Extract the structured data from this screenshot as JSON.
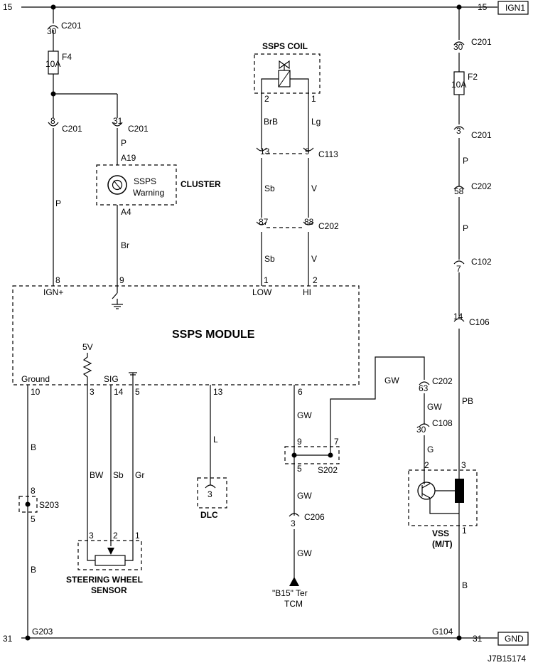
{
  "rails": {
    "top_left": "15",
    "top_right": "15",
    "ign1": "IGN1",
    "bottom_left": "31",
    "bottom_right": "31",
    "gnd": "GND"
  },
  "drawing_id": "J7B15174",
  "left_feed": {
    "c201_top_pin": "30",
    "c201": "C201",
    "fuse": "F4",
    "fuse_rating": "10A",
    "c201_a_pin": "8",
    "c201_a": "C201",
    "c201_b_pin": "31",
    "c201_b": "C201",
    "wire_p_a": "P",
    "wire_p_b": "P"
  },
  "cluster": {
    "pin_in": "A19",
    "pin_out": "A4",
    "lamp_line1": "SSPS",
    "lamp_line2": "Warning",
    "label": "CLUSTER",
    "wire_br": "Br"
  },
  "coil": {
    "label": "SSPS COIL",
    "pin_2": "2",
    "pin_1": "1",
    "wire_brb": "BrB",
    "wire_lg": "Lg",
    "c113_pin_a": "13",
    "c113_pin_b": "9",
    "c113": "C113",
    "wire_sb_1": "Sb",
    "wire_v_1": "V",
    "c202_pin_a": "87",
    "c202_pin_b": "88",
    "c202": "C202",
    "wire_sb_2": "Sb",
    "wire_v_2": "V"
  },
  "module": {
    "title": "SSPS MODULE",
    "pin_ign_num": "8",
    "pin_ign": "IGN+",
    "pin_gnd_num": "9",
    "pin_low_num": "1",
    "pin_low": "LOW",
    "pin_hi_num": "2",
    "pin_hi": "HI",
    "pin_ground": "Ground",
    "pin_ground_num": "10",
    "pin_5v": "5V",
    "pin_sig": "SIG",
    "pin_3": "3",
    "pin_14": "14",
    "pin_5": "5",
    "pin_13": "13",
    "pin_6": "6"
  },
  "ground_branch": {
    "wire_b_1": "B",
    "s203_pin_top": "8",
    "s203": "S203",
    "s203_pin_bot": "5",
    "wire_b_2": "B",
    "g203": "G203"
  },
  "sensor": {
    "wire_bw": "BW",
    "wire_sb": "Sb",
    "wire_gr": "Gr",
    "pin_3": "3",
    "pin_2": "2",
    "pin_1": "1",
    "label_1": "STEERING WHEEL",
    "label_2": "SENSOR"
  },
  "dlc": {
    "wire_l": "L",
    "pin": "3",
    "label": "DLC"
  },
  "tcm_branch": {
    "wire_gw_1": "GW",
    "s202_pin_9": "9",
    "s202_pin_7": "7",
    "s202_pin_5": "5",
    "s202": "S202",
    "wire_gw_2": "GW",
    "c206_pin": "3",
    "c206": "C206",
    "wire_gw_3": "GW",
    "tcm_line1": "\"B15\" Ter",
    "tcm_line2": "TCM"
  },
  "vss_branch": {
    "wire_gw_top": "GW",
    "c202_pin": "63",
    "c202": "C202",
    "wire_gw": "GW",
    "c108_pin": "30",
    "c108": "C108",
    "wire_g": "G",
    "pin_2": "2",
    "pin_3": "3",
    "pin_1": "1",
    "label_1": "VSS",
    "label_2": "(M/T)"
  },
  "right_feed": {
    "c201_top_pin": "30",
    "c201_top": "C201",
    "fuse": "F2",
    "fuse_rating": "10A",
    "c201_pin": "3",
    "c201": "C201",
    "wire_p_1": "P",
    "c202_pin": "58",
    "c202": "C202",
    "wire_p_2": "P",
    "c102_pin": "7",
    "c102": "C102",
    "c106_pin": "14",
    "c106": "C106",
    "wire_pb": "PB",
    "wire_b": "B",
    "g104": "G104"
  }
}
